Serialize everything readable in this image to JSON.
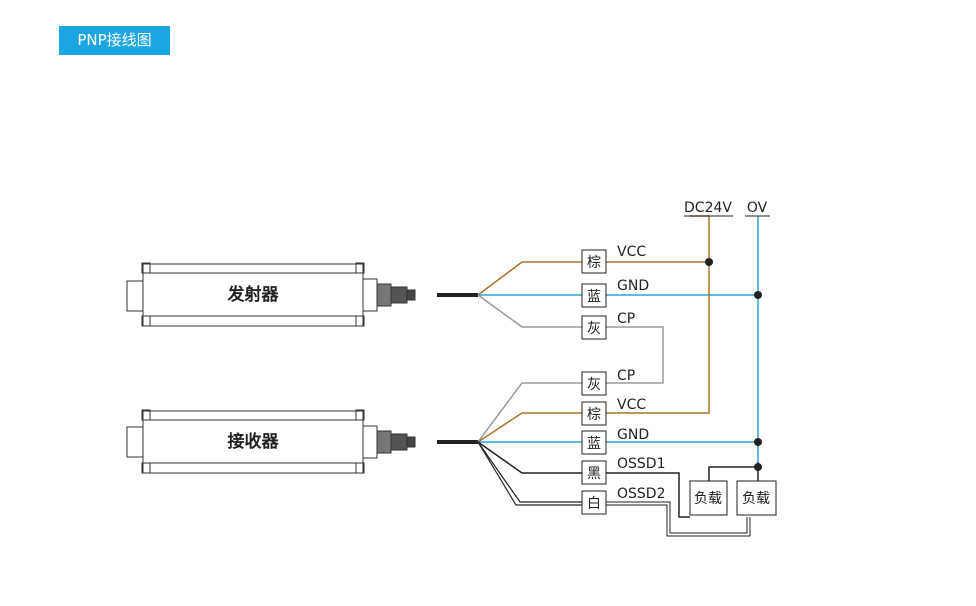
{
  "badge": "PNP接线图",
  "devices": {
    "emitter": "发射器",
    "receiver": "接收器"
  },
  "rails": {
    "dc24v": "DC24V",
    "ov": "OV"
  },
  "colors": {
    "brown": "#b0722e",
    "blue": "#2aa6d6",
    "gray": "#9a9a9a",
    "black": "#222222",
    "accent": "#1aa6e0"
  },
  "emitter_wires": [
    {
      "color": "棕",
      "signal": "VCC"
    },
    {
      "color": "蓝",
      "signal": "GND"
    },
    {
      "color": "灰",
      "signal": "CP"
    }
  ],
  "receiver_wires": [
    {
      "color": "灰",
      "signal": "CP"
    },
    {
      "color": "棕",
      "signal": "VCC"
    },
    {
      "color": "蓝",
      "signal": "GND"
    },
    {
      "color": "黑",
      "signal": "OSSD1"
    },
    {
      "color": "白",
      "signal": "OSSD2"
    }
  ],
  "loads": [
    "负载",
    "负载"
  ]
}
